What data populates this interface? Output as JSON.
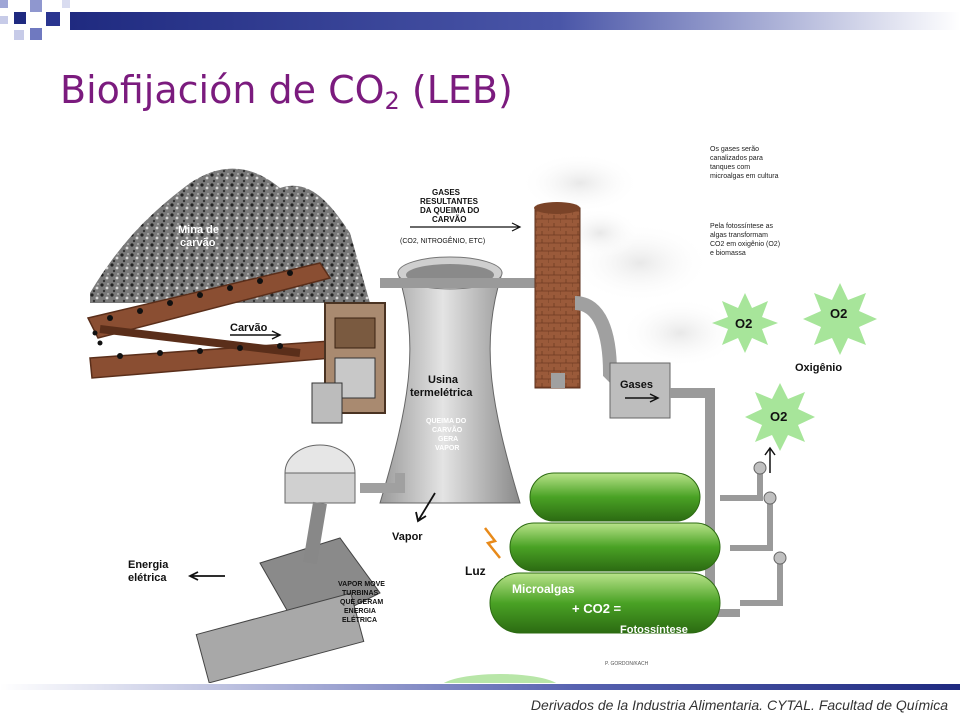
{
  "slide": {
    "title_main": "Biofijación de CO",
    "title_sub": "2",
    "title_tail": " (LEB)",
    "footer": "Derivados de la Industria Alimentaria.   CYTAL.   Facultad de Química"
  },
  "diagram": {
    "mine_label_1": "Mina de",
    "mine_label_2": "carvão",
    "coal_label": "Carvão",
    "gases_top_1": "GASES",
    "gases_top_2": "RESULTANTES",
    "gases_top_3": "DA QUEIMA DO",
    "gases_top_4": "CARVÃO",
    "gases_top_5": "(CO2, NITROGÊNIO, ETC)",
    "plant_label_1": "Usina",
    "plant_label_2": "termelétrica",
    "plant_note_1": "QUEIMA DO",
    "plant_note_2": "CARVÃO",
    "plant_note_3": "GERA",
    "plant_note_4": "VAPOR",
    "vapor_label": "Vapor",
    "energy_label_1": "Energia",
    "energy_label_2": "elétrica",
    "turbine_note_1": "VAPOR MOVE",
    "turbine_note_2": "TURBINAS",
    "turbine_note_3": "QUE GERAM",
    "turbine_note_4": "ENERGIA",
    "turbine_note_5": "ELÉTRICA",
    "gases_box": "Gases",
    "light_label": "Luz",
    "micro_plus": "+",
    "micro_label": "Microalgas",
    "co2_label": "+ CO2 =",
    "photo_label": "Fotossíntese",
    "o2_1": "O2",
    "o2_2": "O2",
    "o2_3": "O2",
    "oxygen_label": "Oxigênio",
    "note1_1": "Os gases serão",
    "note1_2": "canalizados para",
    "note1_3": "tanques com",
    "note1_4": "microalgas em cultura",
    "note2_1": "Pela fotossíntese as",
    "note2_2": "algas transformam",
    "note2_3": "CO2 em oxigênio (O2)",
    "note2_4": "e biomassa",
    "credit": "P. GORDON/KACH"
  }
}
